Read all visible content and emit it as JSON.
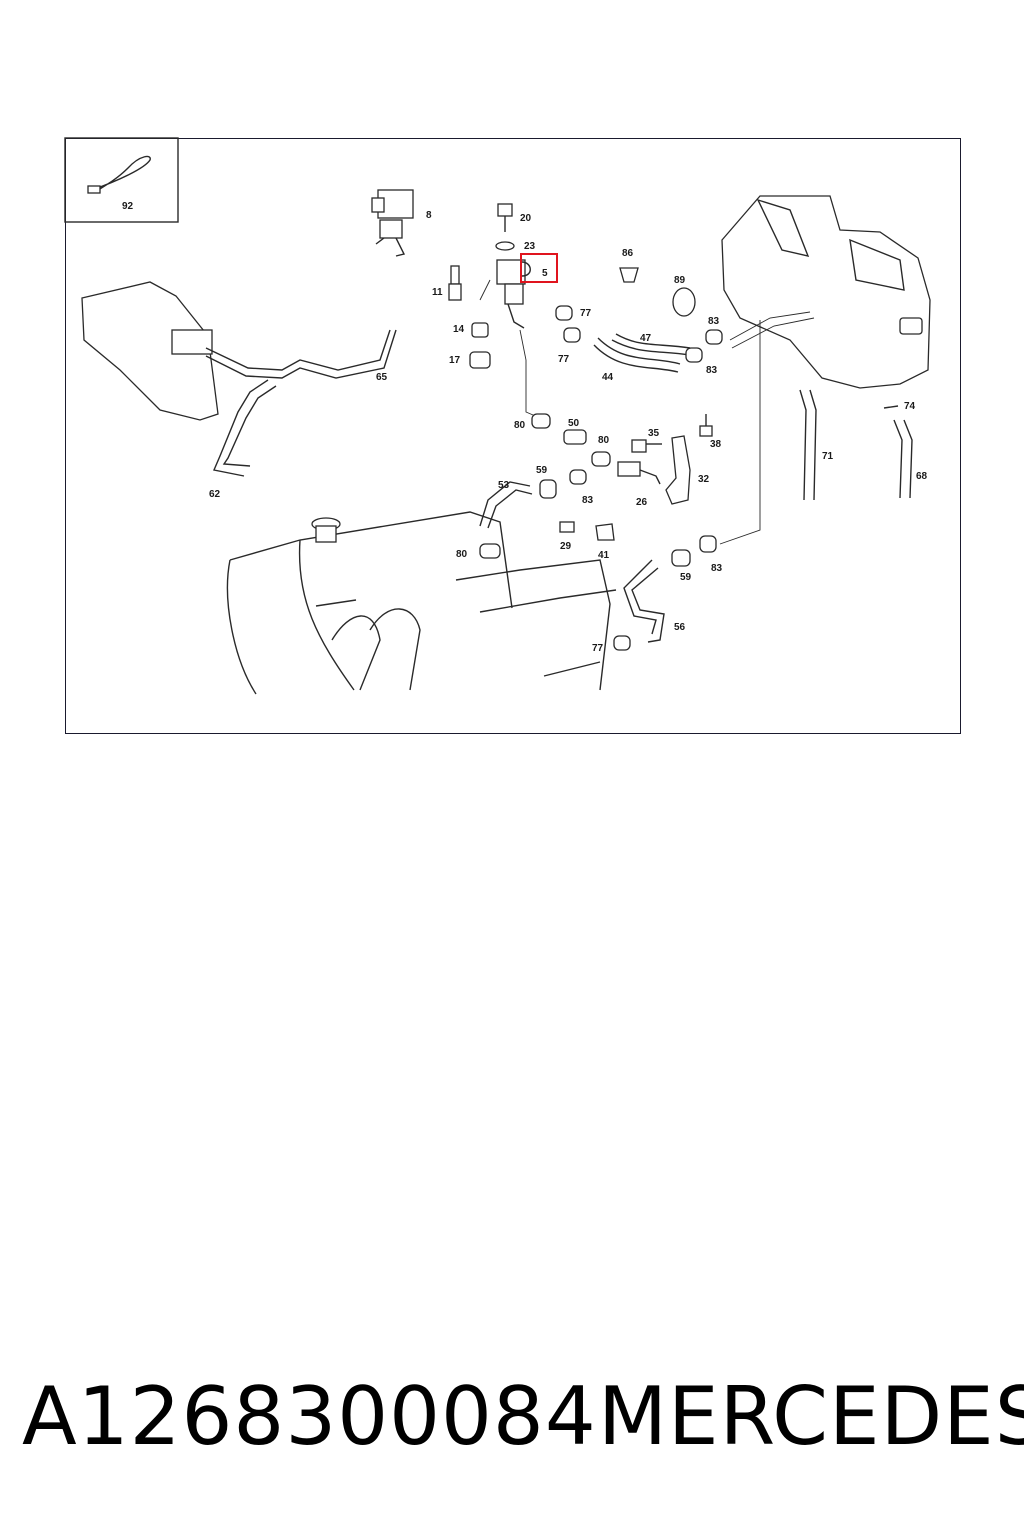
{
  "diagram": {
    "callouts": [
      "92",
      "8",
      "20",
      "23",
      "5",
      "11",
      "86",
      "89",
      "14",
      "77",
      "47",
      "83",
      "17",
      "77",
      "44",
      "83",
      "65",
      "74",
      "80",
      "50",
      "35",
      "80",
      "38",
      "71",
      "68",
      "59",
      "26",
      "32",
      "62",
      "53",
      "83",
      "29",
      "41",
      "80",
      "59",
      "83",
      "56",
      "77"
    ],
    "highlighted_callout": "5",
    "highlight_color": "#e0141e"
  },
  "footer": {
    "part_number": "A1268300084",
    "brand": "MERCEDES"
  }
}
